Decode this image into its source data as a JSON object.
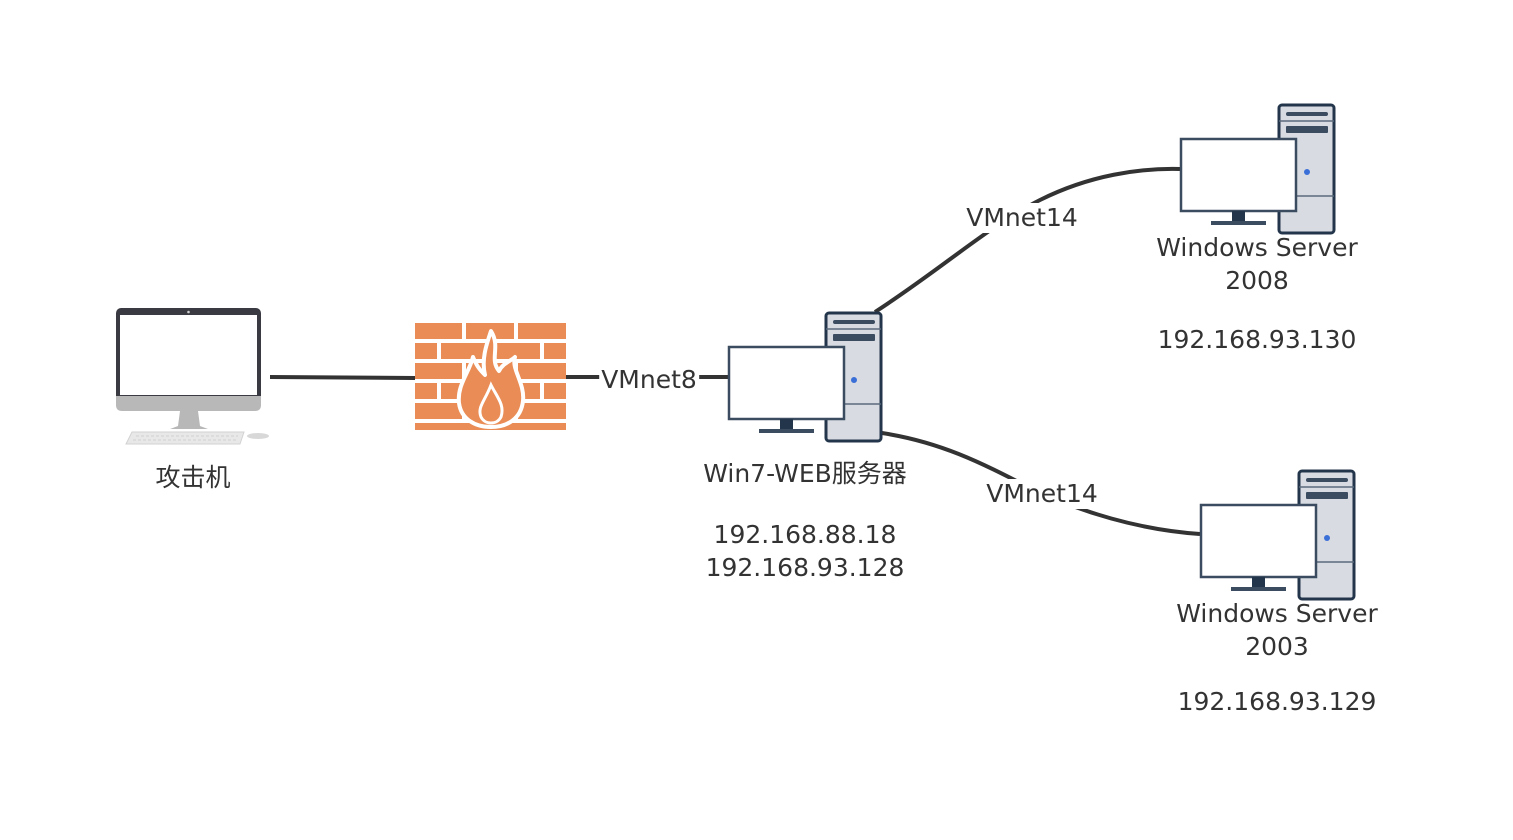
{
  "colors": {
    "link": "#333333",
    "firewall": "#EA8C55",
    "server_outline": "#23354A",
    "server_body": "#D8DCE2",
    "power_led": "#3B6FD8",
    "imac_bezel": "#3A3A42",
    "imac_chin": "#B8B8B8",
    "text": "#333333"
  },
  "nodes": [
    {
      "id": "attacker",
      "type": "desktop-imac",
      "label": "攻击机",
      "ips": []
    },
    {
      "id": "firewall",
      "type": "firewall",
      "label": "",
      "ips": []
    },
    {
      "id": "win7",
      "type": "server-pc",
      "label": "Win7-WEB服务器",
      "ips": [
        "192.168.88.18",
        "192.168.93.128"
      ]
    },
    {
      "id": "ws2008",
      "type": "server-pc",
      "label_lines": [
        "Windows Server",
        "2008"
      ],
      "ips": [
        "192.168.93.130"
      ]
    },
    {
      "id": "ws2003",
      "type": "server-pc",
      "label_lines": [
        "Windows Server",
        "2003"
      ],
      "ips": [
        "192.168.93.129"
      ]
    }
  ],
  "edges": [
    {
      "from": "attacker",
      "to": "firewall",
      "label": ""
    },
    {
      "from": "firewall",
      "to": "win7",
      "label": "VMnet8"
    },
    {
      "from": "win7",
      "to": "ws2008",
      "label": "VMnet14"
    },
    {
      "from": "win7",
      "to": "ws2003",
      "label": "VMnet14"
    }
  ]
}
